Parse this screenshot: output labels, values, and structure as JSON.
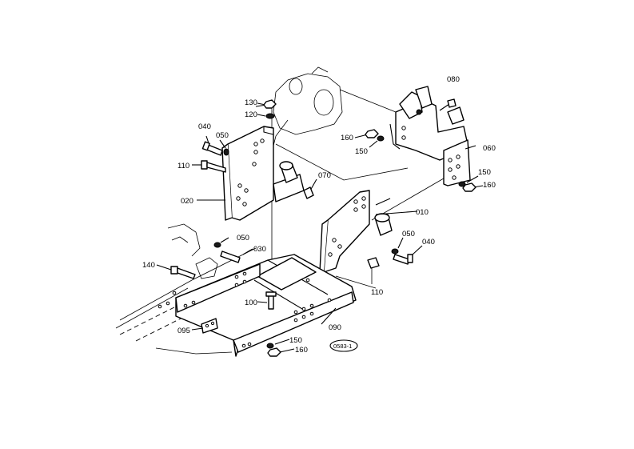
{
  "diagram": {
    "labels": {
      "p010": "010",
      "p020": "020",
      "p030": "030",
      "p040a": "040",
      "p040b": "040",
      "p050a": "050",
      "p050b": "050",
      "p050c": "050",
      "p060": "060",
      "p070": "070",
      "p080": "080",
      "p090": "090",
      "p095": "095",
      "p100": "100",
      "p110a": "110",
      "p110b": "110",
      "p120": "120",
      "p130": "130",
      "p140": "140",
      "p150a": "150",
      "p150b": "150",
      "p150c": "150",
      "p160a": "160",
      "p160b": "160",
      "p160c": "160"
    },
    "stamp": "0583-1"
  }
}
